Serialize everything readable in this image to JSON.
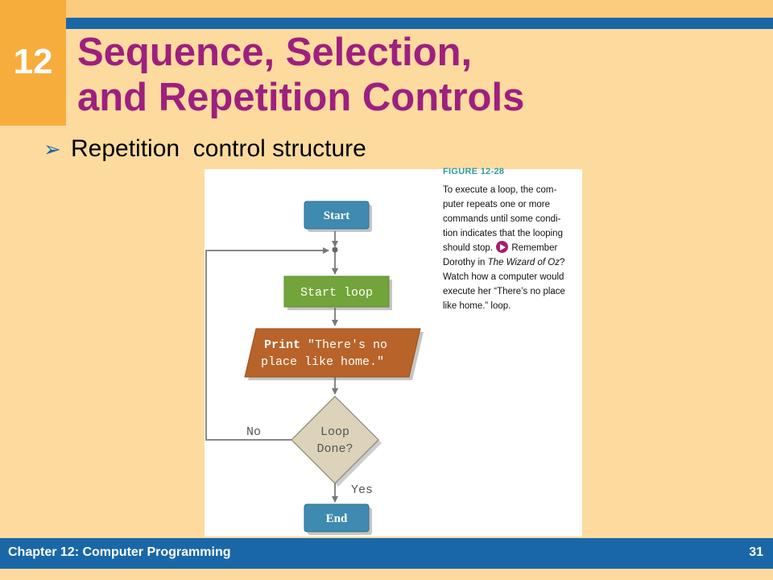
{
  "slide": {
    "chapter_number": "12",
    "title_line1": "Sequence, Selection,",
    "title_line2": "and Repetition Controls",
    "bullet": "Repetition  control structure",
    "footer": "Chapter 12: Computer Programming",
    "page_number": "31"
  },
  "figure": {
    "label": "FIGURE 12-28",
    "caption_lines": [
      "To execute a loop, the com-",
      "puter repeats one or more",
      "commands until some condi-",
      "tion indicates that the looping",
      "should stop.",
      "Remember",
      "Dorothy in ",
      "The Wizard of Oz",
      "?",
      "Watch how a computer would",
      "execute her “There’s no place",
      "like home.” loop."
    ],
    "play_icon": "play-icon"
  },
  "flowchart": {
    "start": "Start",
    "start_loop": "Start loop",
    "print_keyword": "Print",
    "print_line1_rest": " \"There's no",
    "print_line2": "place like home.\"",
    "decision_line1": "Loop",
    "decision_line2": "Done?",
    "no_label": "No",
    "yes_label": "Yes",
    "end": "End"
  },
  "colors": {
    "background": "#fddb9f",
    "accent_orange": "#f6ad3c",
    "rule_blue": "#1a67a8",
    "title_purple": "#9e1f7e",
    "terminal_blue": "#3f8ab0",
    "process_green": "#73a43b",
    "io_brown": "#b8632a",
    "decision_tan": "#dcd3ba"
  }
}
